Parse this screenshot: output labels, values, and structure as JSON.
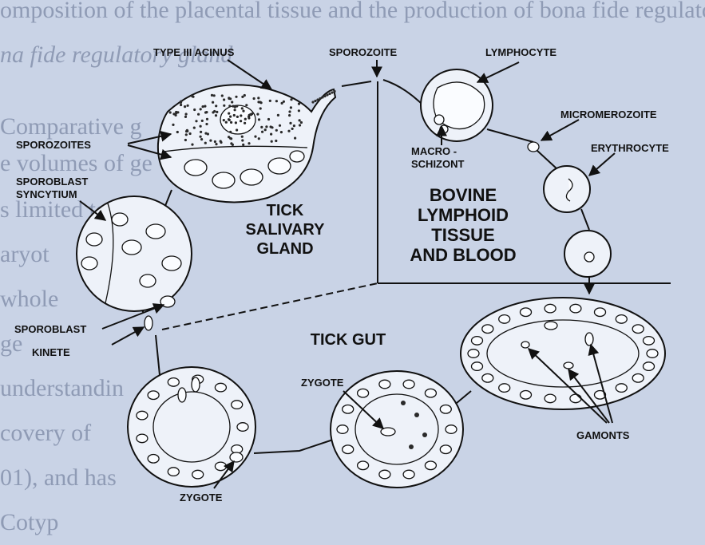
{
  "background_text_lines": [
    "omposition of the placental tissue and the production of bona fide regulatory",
    "na fide regulatory gland",
    "Comparative g",
    "e volumes of ge",
    "s limited to ta",
    "aryot",
    "whole",
    "ge",
    "understandin",
    "covery of",
    "01), and has",
    "Cotyp"
  ],
  "diagram": {
    "labels": {
      "type_iii_acinus": "TYPE III ACINUS",
      "sporozoite": "SPOROZOITE",
      "lymphocyte": "LYMPHOCYTE",
      "micromerozoite": "MICROMEROZOITE",
      "erythrocyte": "ERYTHROCYTE",
      "macroschizont_1": "MACRO -",
      "macroschizont_2": "SCHIZONT",
      "sporozoites": "SPOROZOITES",
      "sporoblast_syncytium_1": "SPOROBLAST",
      "sporoblast_syncytium_2": "SYNCYTIUM",
      "sporoblast": "SPOROBLAST",
      "kinete": "KINETE",
      "zygote_center": "ZYGOTE",
      "zygote_bottom": "ZYGOTE",
      "gamonts": "GAMONTS"
    },
    "regions": {
      "tick_salivary_gland": [
        "TICK",
        "SALIVARY",
        "GLAND"
      ],
      "bovine_tissue": [
        "BOVINE",
        "LYMPHOID",
        "TISSUE",
        "AND BLOOD"
      ],
      "tick_gut": "TICK GUT"
    }
  }
}
